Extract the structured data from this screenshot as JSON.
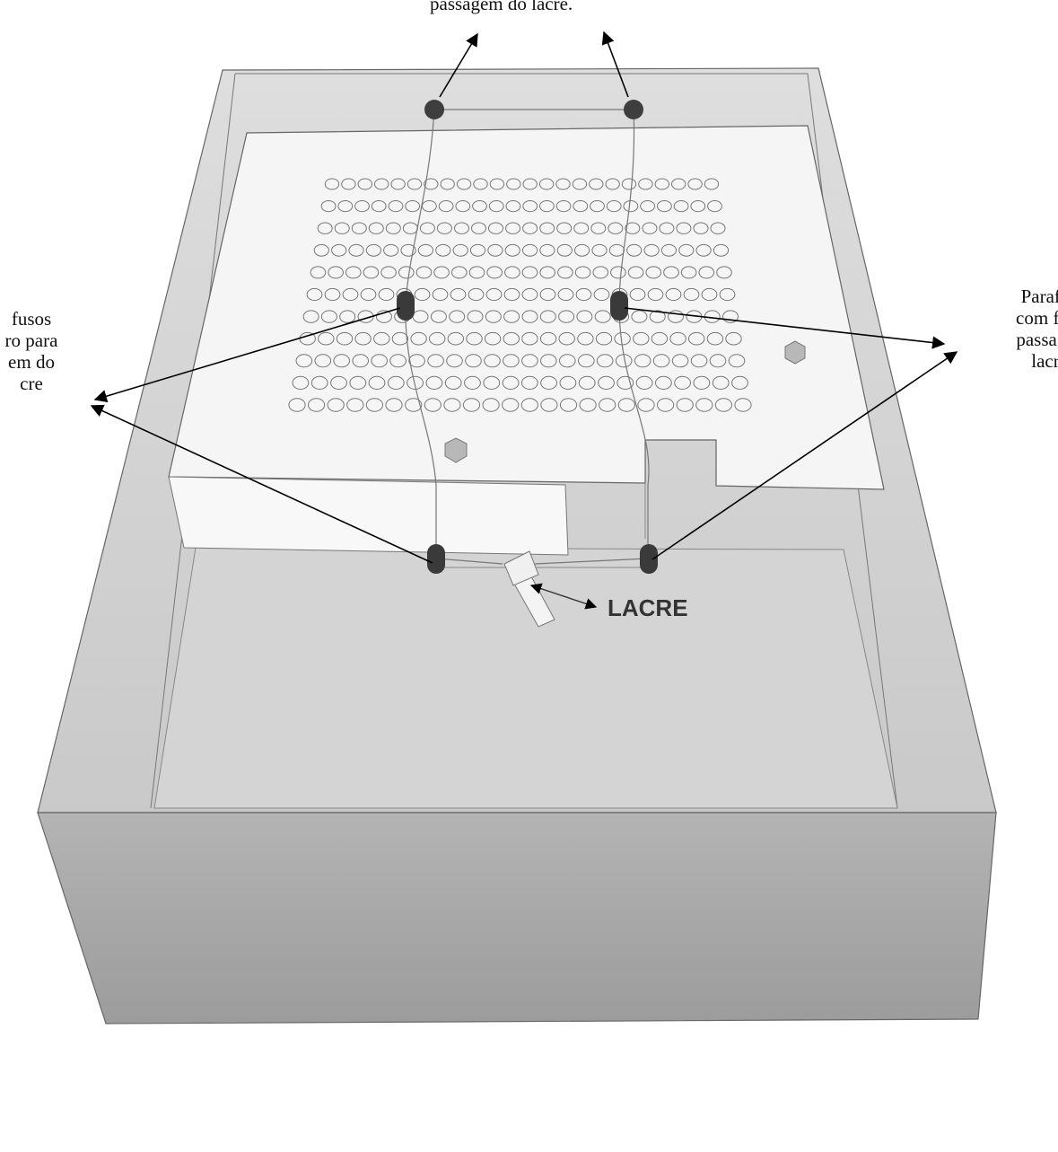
{
  "callouts": {
    "top": "passagem do lacre.",
    "left": "fusos\nro para\nem do\ncre",
    "right": "Parafu\ncom fur\npassage\nlacr",
    "seal": "LACRE"
  },
  "colors": {
    "box_top": "#cfcfcf",
    "box_front": "#a8a8a8",
    "panel": "#f4f4f4",
    "bolt": "#4a4a4a",
    "hex": "#b5b5b5",
    "hole_stroke": "#777777"
  }
}
